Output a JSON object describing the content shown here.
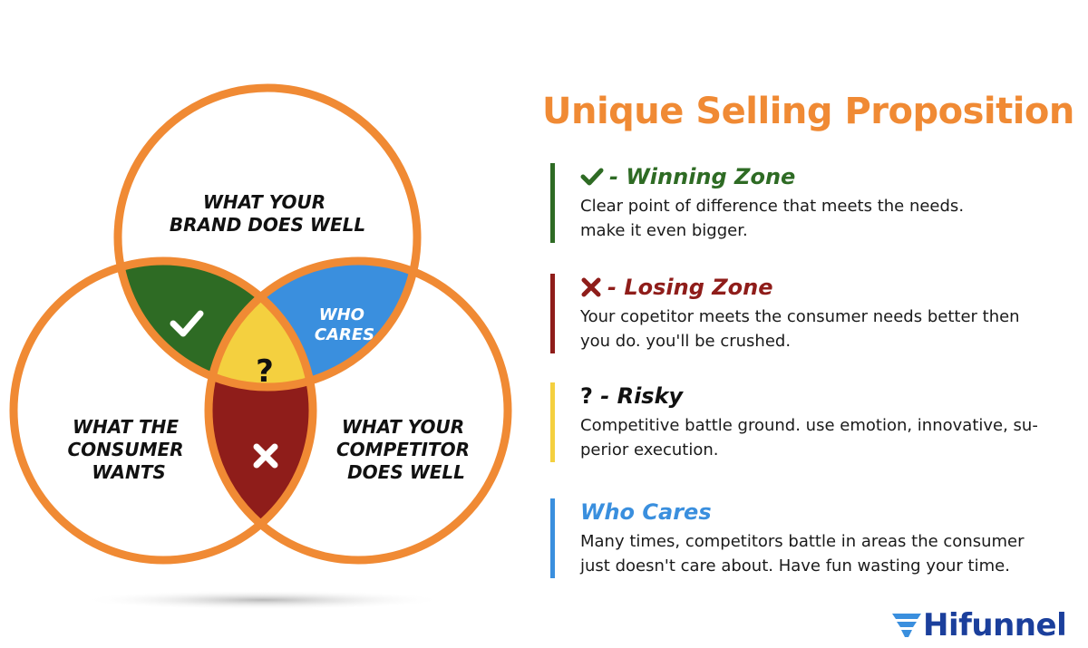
{
  "diagram": {
    "circle_top_label": [
      "WHAT YOUR",
      "BRAND DOES WELL"
    ],
    "circle_left_label": [
      "WHAT THE",
      "CONSUMER",
      "WANTS"
    ],
    "circle_right_label": [
      "WHAT YOUR",
      "COMPETITOR",
      "DOES WELL"
    ],
    "region_who_label": [
      "WHO",
      "CARES"
    ],
    "region_center_mark": "?",
    "colors": {
      "outline": "#f08a34",
      "winning": "#2e6b24",
      "losing": "#8f1d1a",
      "risky": "#f4d03f",
      "who_cares": "#3a8fde"
    }
  },
  "title": "Unique Selling Proposition",
  "zones": [
    {
      "icon": "check-icon",
      "prefix": "- ",
      "heading": "Winning Zone",
      "lines": [
        "Clear point of difference that meets the needs.",
        "make it even bigger."
      ]
    },
    {
      "icon": "cross-icon",
      "prefix": "- ",
      "heading": "Losing Zone",
      "lines": [
        "Your copetitor meets the consumer needs better then",
        "you do. you'll be crushed."
      ]
    },
    {
      "icon": "question-icon",
      "mark": "?",
      "prefix": " - ",
      "heading": "Risky",
      "lines": [
        "Competitive battle ground. use emotion, innovative, su-",
        "perior execution."
      ]
    },
    {
      "heading": "Who Cares",
      "lines": [
        "Many times, competitors battle in areas the consumer",
        "just doesn't care about. Have fun wasting your time."
      ]
    }
  ],
  "logo": {
    "text": "Hifunnel",
    "icon": "funnel-icon"
  }
}
